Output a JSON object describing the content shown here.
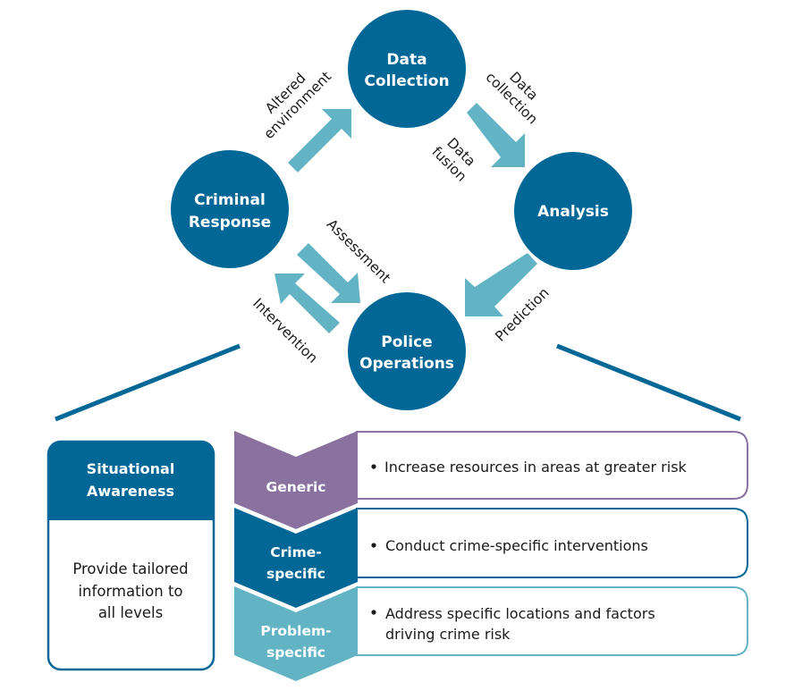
{
  "colors": {
    "node": "#006796",
    "arrow": "#62B4C5",
    "connector": "#006796",
    "generic": "#8A72A0",
    "crime_specific": "#006796",
    "problem_specific": "#62B4C5",
    "text_dark": "#1a1a1a",
    "text_light": "#ffffff"
  },
  "cycle": {
    "nodes": {
      "data_collection": [
        "Data",
        "Collection"
      ],
      "analysis": [
        "Analysis"
      ],
      "police_operations": [
        "Police",
        "Operations"
      ],
      "criminal_response": [
        "Criminal",
        "Response"
      ]
    },
    "edges": {
      "altered_environment": [
        "Altered",
        "environment"
      ],
      "data_collection": [
        "Data",
        "collection"
      ],
      "data_fusion": [
        "Data",
        "fusion"
      ],
      "prediction": [
        "Prediction"
      ],
      "assessment": [
        "Assessment"
      ],
      "intervention": [
        "Intervention"
      ]
    }
  },
  "situational_awareness": {
    "title": [
      "Situational",
      "Awareness"
    ],
    "body": [
      "Provide tailored",
      "information to",
      "all levels"
    ]
  },
  "levels": [
    {
      "name": [
        "Generic"
      ],
      "bullets": [
        [
          "Increase resources in areas at greater risk"
        ]
      ]
    },
    {
      "name": [
        "Crime-",
        "specific"
      ],
      "bullets": [
        [
          "Conduct crime-specific interventions"
        ]
      ]
    },
    {
      "name": [
        "Problem-",
        "specific"
      ],
      "bullets": [
        [
          "Address specific locations and factors",
          "driving crime risk"
        ]
      ]
    }
  ]
}
